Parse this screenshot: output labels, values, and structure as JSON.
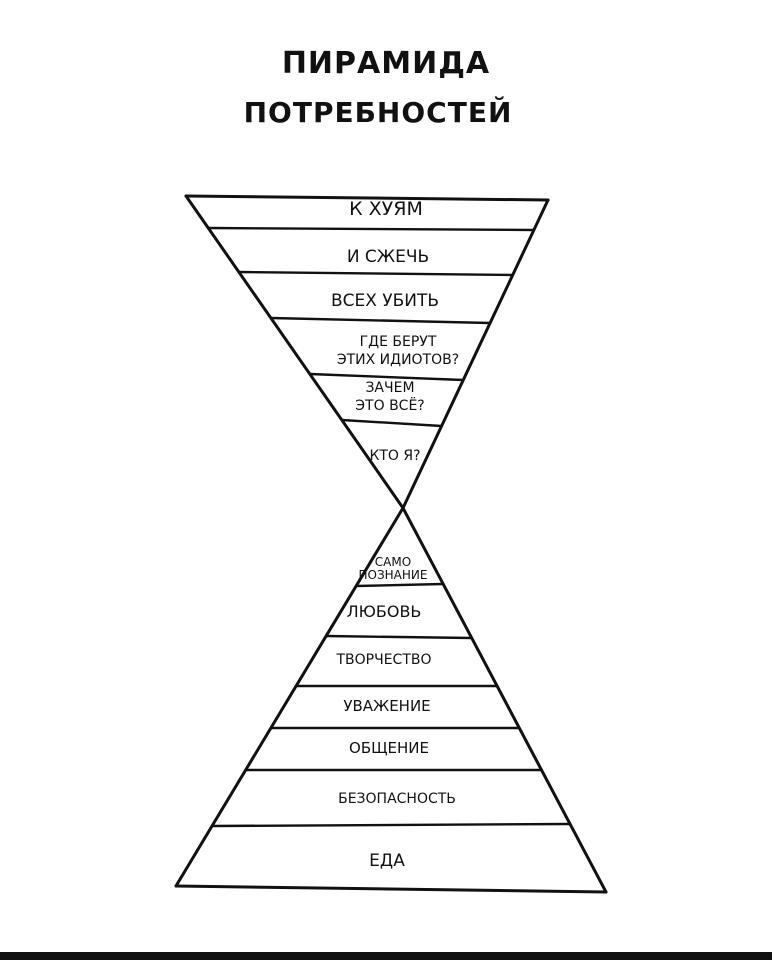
{
  "title": {
    "line1": "ПИРАМИДА",
    "line2": "ПОТРЕБНОСТЕЙ"
  },
  "top_levels": [
    {
      "lines": [
        "К ХУЯМ"
      ]
    },
    {
      "lines": [
        "И СЖЕЧЬ"
      ]
    },
    {
      "lines": [
        "ВСЕХ УБИТЬ"
      ]
    },
    {
      "lines": [
        "ГДЕ БЕРУТ",
        "ЭТИХ ИДИОТОВ?"
      ]
    },
    {
      "lines": [
        "ЗАЧЕМ",
        "ЭТО ВСЁ?"
      ]
    },
    {
      "lines": [
        "КТО Я?"
      ]
    }
  ],
  "bottom_levels": [
    {
      "lines": [
        "САМО",
        "ПОЗНАНИЕ"
      ]
    },
    {
      "lines": [
        "ЛЮБОВЬ"
      ]
    },
    {
      "lines": [
        "ТВОРЧЕСТВО"
      ]
    },
    {
      "lines": [
        "УВАЖЕНИЕ"
      ]
    },
    {
      "lines": [
        "ОБЩЕНИЕ"
      ]
    },
    {
      "lines": [
        "БЕЗОПАСНОСТЬ"
      ]
    },
    {
      "lines": [
        "ЕДА"
      ]
    }
  ]
}
